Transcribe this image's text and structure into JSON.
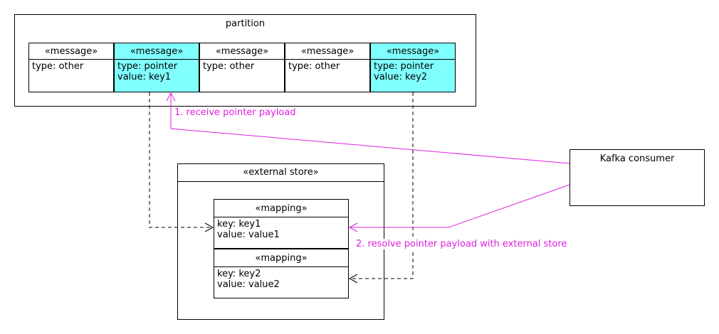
{
  "partition": {
    "title": "partition",
    "messages": [
      {
        "stereotype": "«message»",
        "line1": "type: other",
        "line2": "",
        "highlight": false
      },
      {
        "stereotype": "«message»",
        "line1": "type: pointer",
        "line2": "value: key1",
        "highlight": true
      },
      {
        "stereotype": "«message»",
        "line1": "type: other",
        "line2": "",
        "highlight": false
      },
      {
        "stereotype": "«message»",
        "line1": "type: other",
        "line2": "",
        "highlight": false
      },
      {
        "stereotype": "«message»",
        "line1": "type: pointer",
        "line2": "value: key2",
        "highlight": true
      }
    ]
  },
  "store": {
    "title": "«external store»",
    "mappings": [
      {
        "stereotype": "«mapping»",
        "line1": "key: key1",
        "line2": "value: value1"
      },
      {
        "stereotype": "«mapping»",
        "line1": "key: key2",
        "line2": "value: value2"
      }
    ]
  },
  "consumer": {
    "title": "Kafka consumer"
  },
  "edges": {
    "step1": "1. receive pointer payload",
    "step2": "2. resolve pointer payload with external store"
  },
  "colors": {
    "highlight": "#80ffff",
    "annotation": "#e020e0"
  }
}
